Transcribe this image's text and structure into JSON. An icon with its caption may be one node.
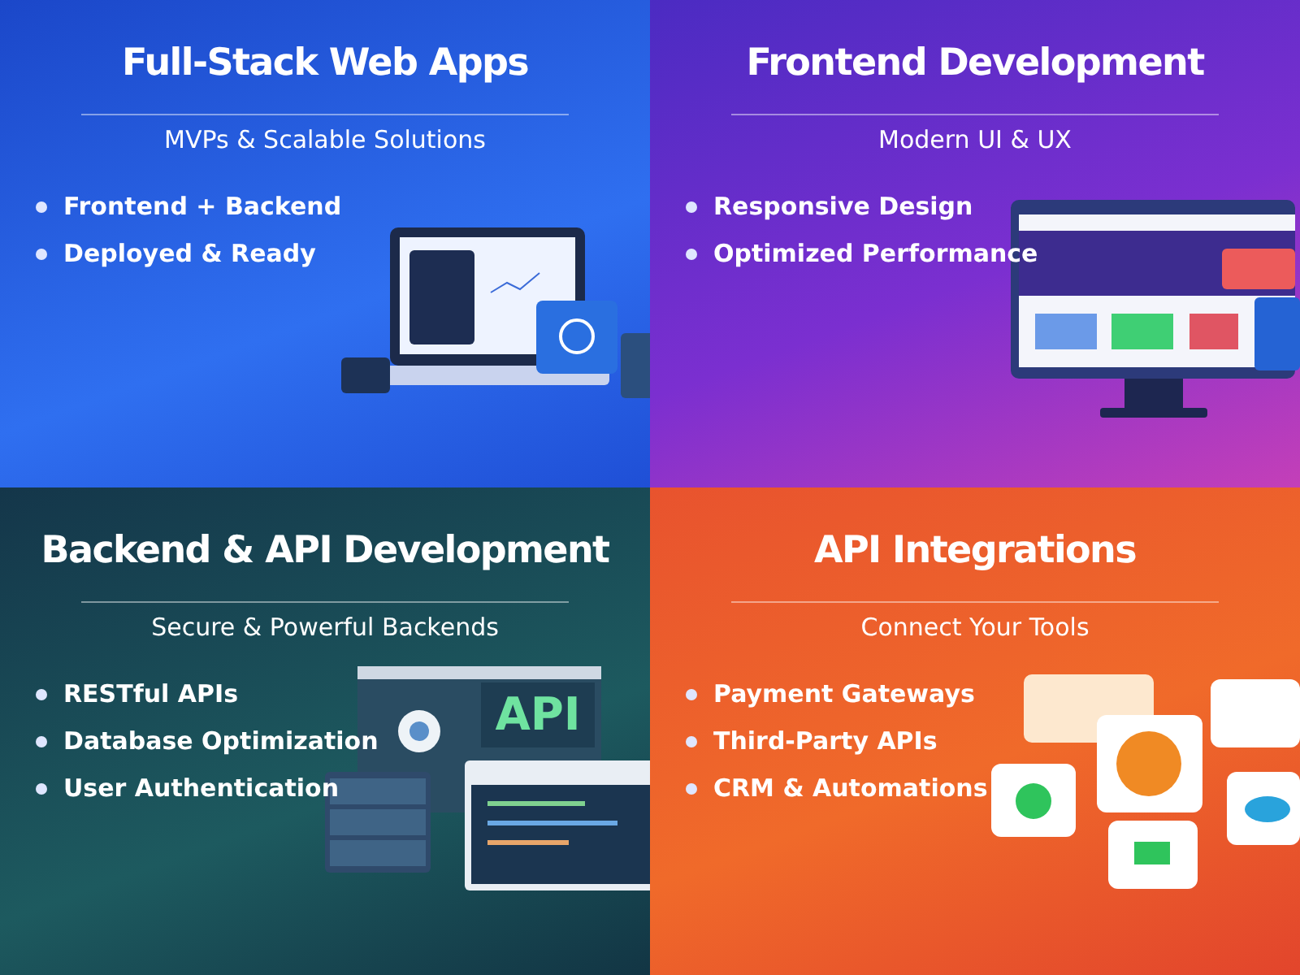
{
  "diagram": {
    "nodes": [
      {
        "text": [
          "Full-Stack Web Apps",
          "MVPs & Scalable Solutions",
          "Frontend + Backend",
          "Deployed & Ready"
        ]
      },
      {
        "text": [
          "Frontend Development",
          "Modern UI & UX",
          "Responsive Design",
          "Optimized Performance"
        ]
      },
      {
        "text": [
          "Backend & API Development",
          "Secure & Powerful Backends",
          "RESTful APIs",
          "Database Optimization",
          "User Authentication"
        ]
      },
      {
        "text": [
          "API Integrations",
          "Connect Your Tools",
          "Payment Gateways",
          "Third-Party APIs",
          "CRM & Automations"
        ]
      },
      {
        "text": [
          "API"
        ],
        "in": 2
      }
    ],
    "edges": []
  }
}
